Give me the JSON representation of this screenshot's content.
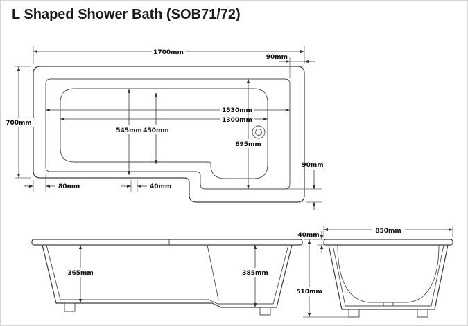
{
  "title": "L Shaped Shower Bath (SOB71/72)",
  "plan": {
    "overall_length": "1700mm",
    "top_right_rim": "90mm",
    "overall_width": "700mm",
    "rim_inner_length": "1530mm",
    "basin_length": "1300mm",
    "bath_width_outer": "545mm",
    "bath_width_inner": "450mm",
    "shower_inner_width": "695mm",
    "bottom_right_rim": "90mm",
    "left_rim": "80mm",
    "bottom_rim": "40mm"
  },
  "side": {
    "bath_depth": "365mm",
    "shower_depth": "385mm"
  },
  "end": {
    "overall_width": "850mm",
    "rim_height": "40mm",
    "overall_height": "510mm"
  }
}
